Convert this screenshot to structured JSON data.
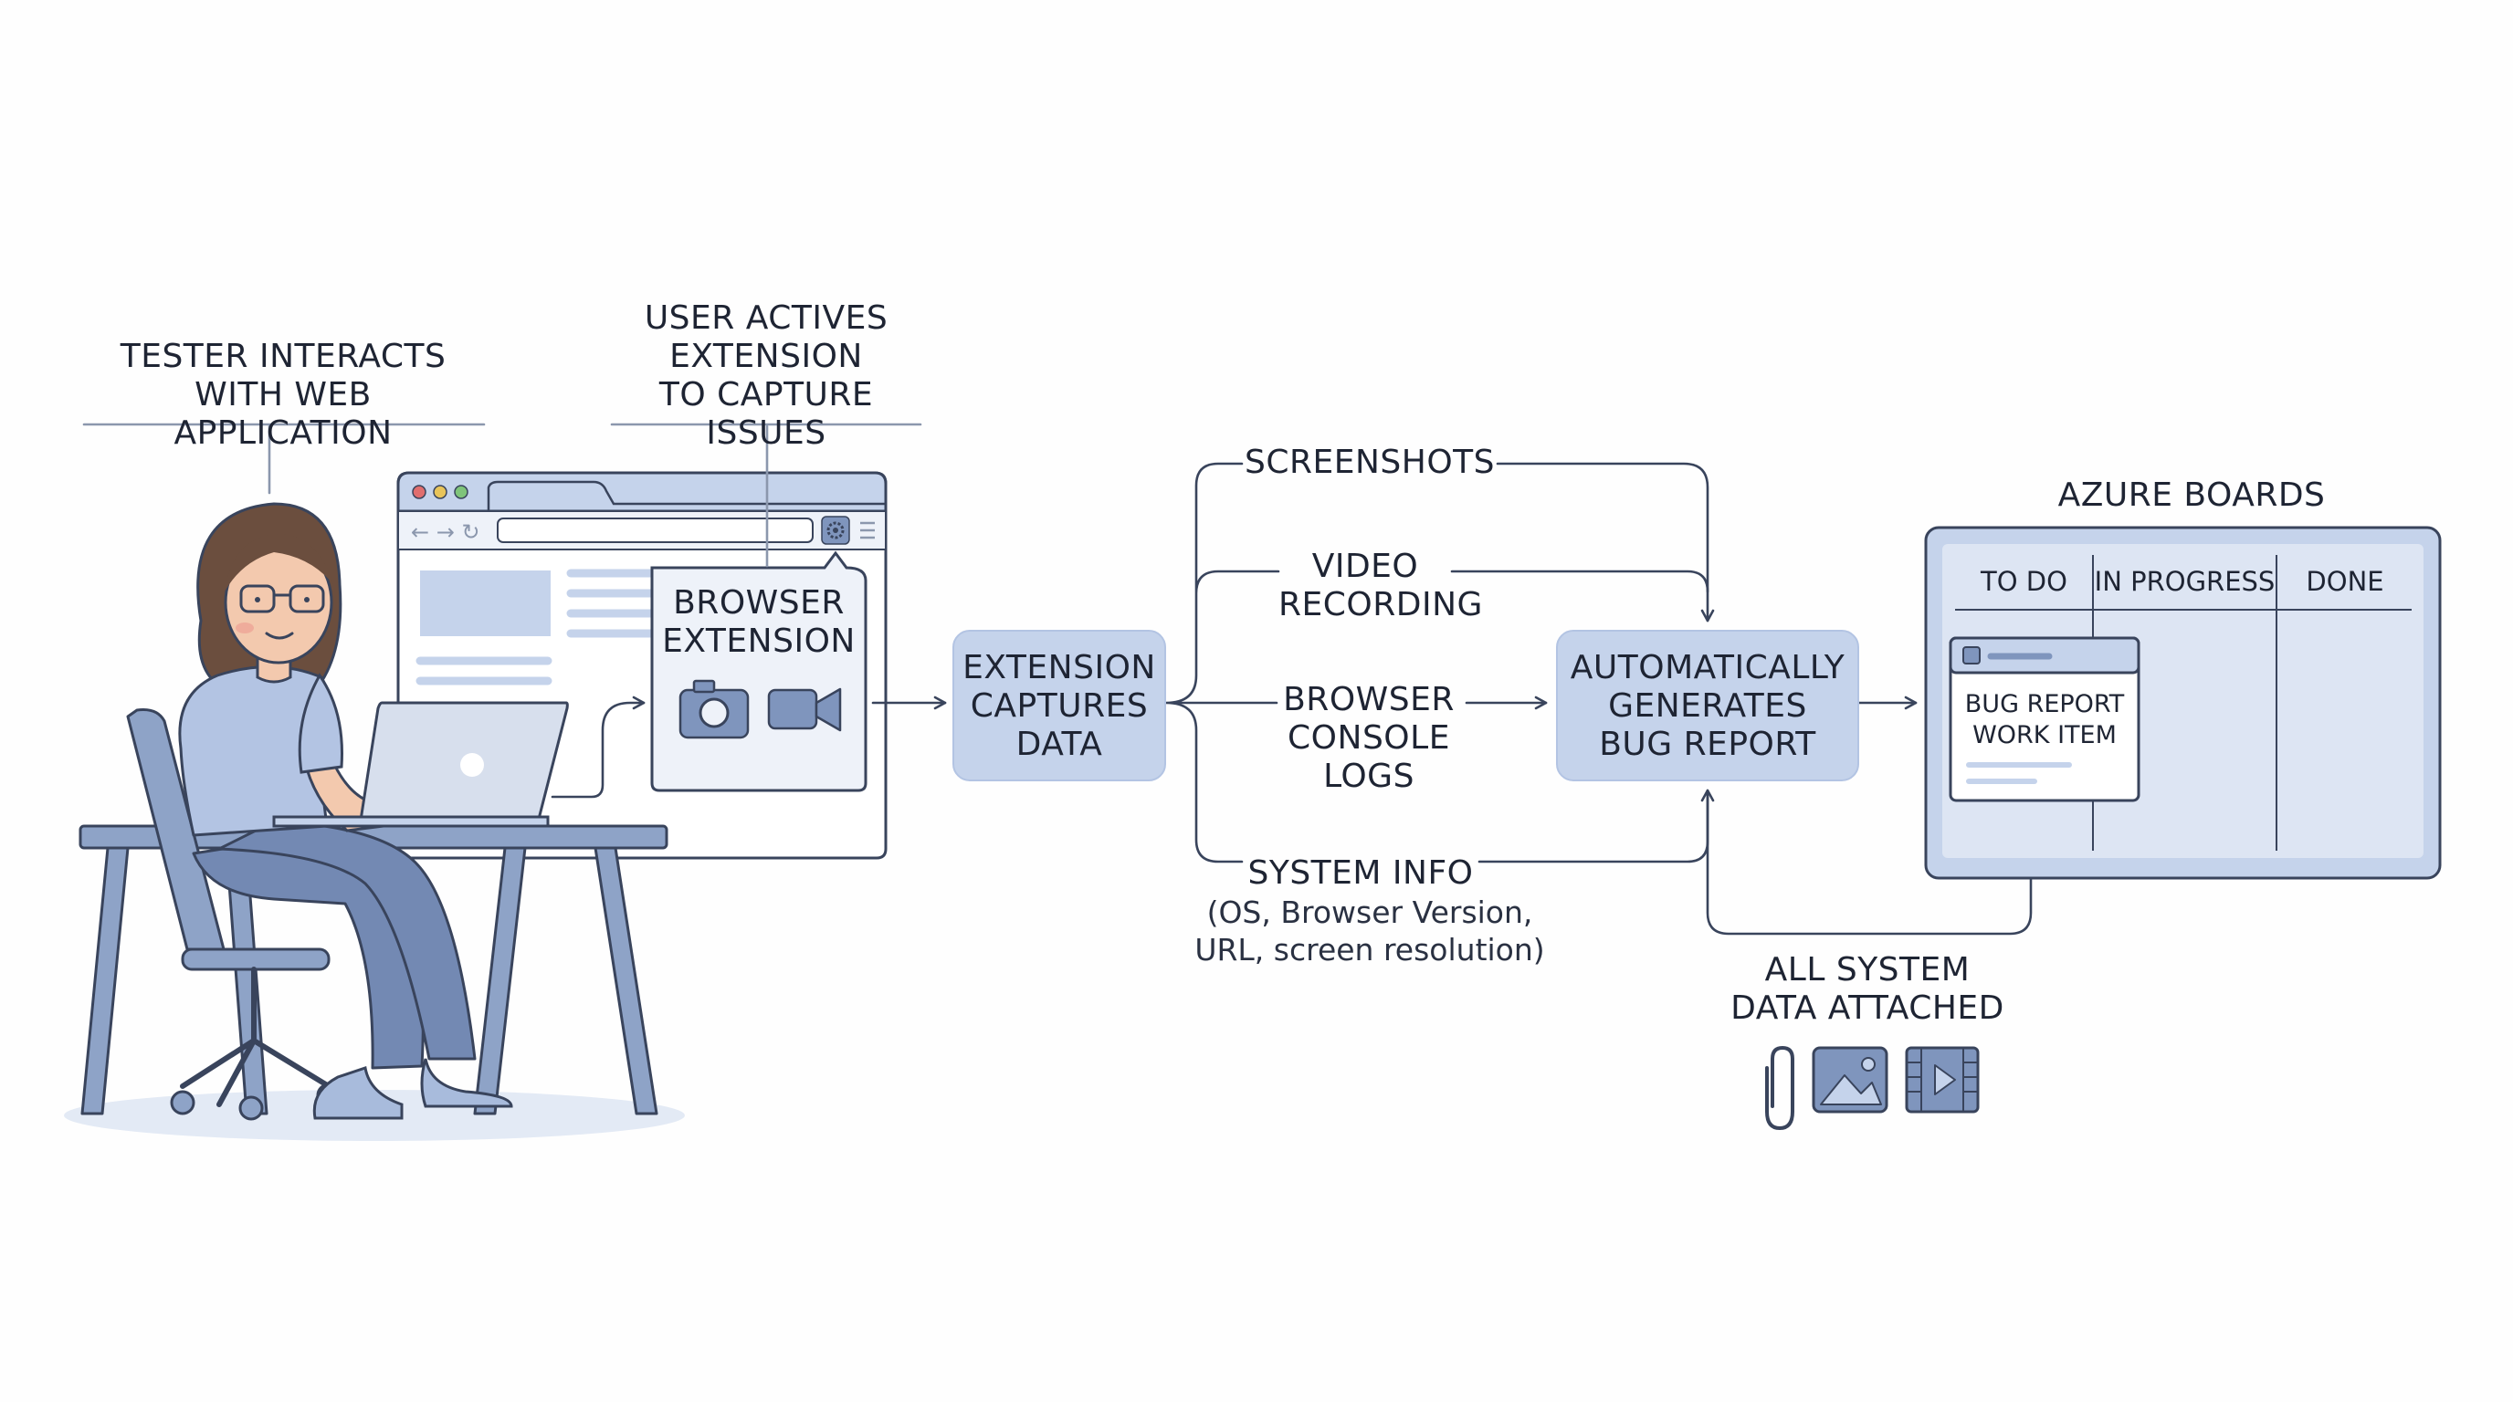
{
  "labels": {
    "tester": "TESTER INTERACTS\nWITH WEB APPLICATION",
    "user_activates": "USER ACTIVES\nEXTENSION\nTO CAPTURE ISSUES",
    "browser_extension": "BROWSER\nEXTENSION",
    "extension_captures": "EXTENSION\nCAPTURES\nDATA",
    "screenshots": "SCREENSHOTS",
    "video_recording": "VIDEO\nRECORDING",
    "console_logs": "BROWSER\nCONSOLE LOGS",
    "system_info": "SYSTEM INFO",
    "system_info_detail": "(OS, Browser Version,\nURL, screen resolution)",
    "auto_generates": "AUTOMATICALLY\nGENERATES\nBUG REPORT",
    "azure_boards": "AZURE BOARDS",
    "all_system_data": "ALL SYSTEM\nDATA ATTACHED"
  },
  "board": {
    "columns": [
      "TO DO",
      "IN PROGRESS",
      "DONE"
    ],
    "card": "BUG REPORT\nWORK ITEM"
  },
  "icons": [
    "camera-icon",
    "video-camera-icon",
    "gear-icon",
    "paperclip-icon",
    "image-icon",
    "film-icon"
  ],
  "colors": {
    "line": "#39445c",
    "node_fill": "#c5d3eb",
    "panel_fill": "#dde5f3",
    "accent": "#a8bbdc"
  }
}
